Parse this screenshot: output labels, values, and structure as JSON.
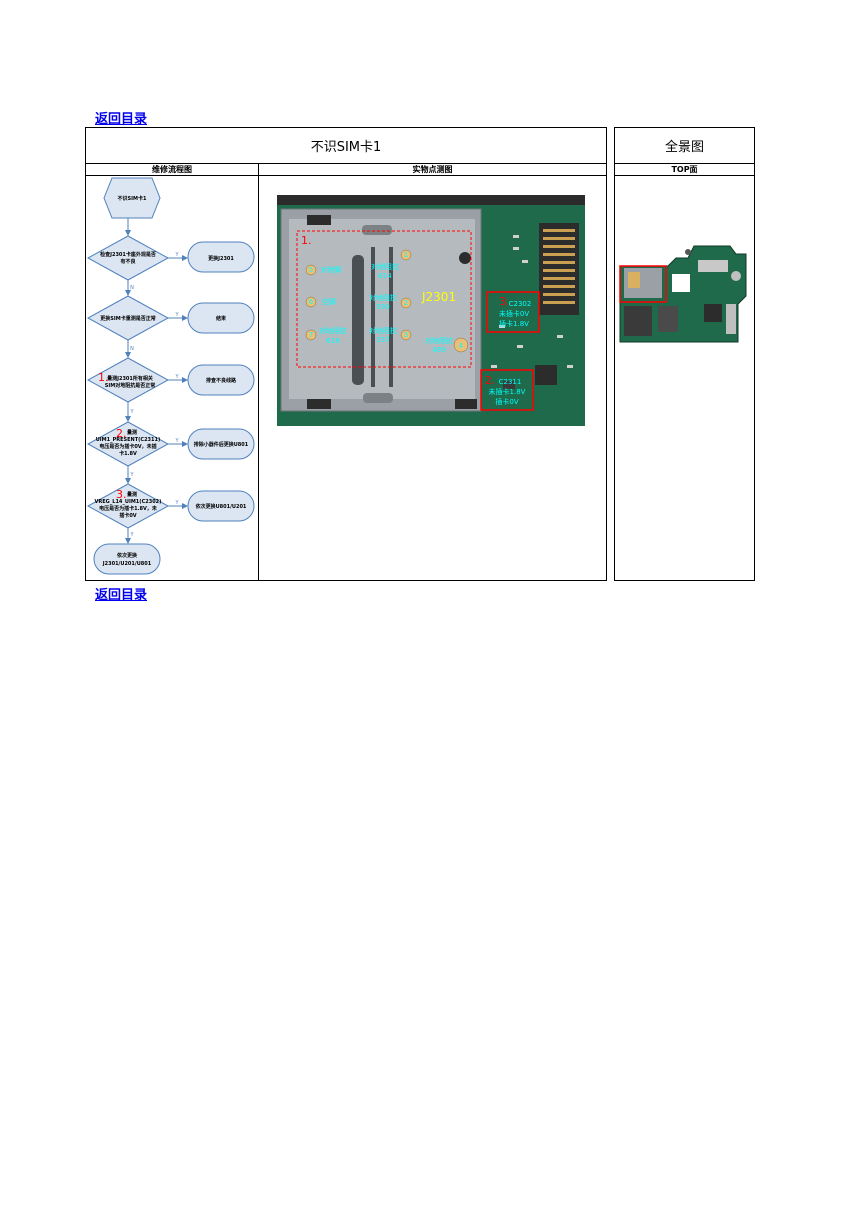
{
  "nav": {
    "back_top": "返回目录",
    "back_bottom": "返回目录"
  },
  "main_panel": {
    "title": "不识SIM卡1",
    "col_flow": "维修流程图",
    "col_photo": "实物点测图"
  },
  "side_panel": {
    "title": "全景图",
    "sub": "TOP面"
  },
  "flow": {
    "start": "不识SIM卡1",
    "d1": [
      "检查J2301卡座外观是否",
      "有不良"
    ],
    "r1": "更换J2301",
    "d2": "更换SIM卡重测是否正常",
    "r2": "结束",
    "d3_num": "1.",
    "d3": [
      "量测J2301所有相关",
      "SIM对地阻抗是否正常"
    ],
    "r3": "排查不良线路",
    "d4_num": "2.",
    "d4": [
      "量测",
      "UIM1_PRESENT(C2311)",
      "电压是否为插卡0V，未插",
      "卡1.8V"
    ],
    "r4": "排除小器件后更换U801",
    "d5_num": "3.",
    "d5": [
      "量测",
      "VREG_L14_UIM1(C2302)",
      "电压是否为插卡1.8V，未",
      "插卡0V"
    ],
    "r5": "依次更换U801/U201",
    "end": [
      "依次更换",
      "J2301/U201/U801"
    ],
    "yes": "Y",
    "no": "N"
  },
  "photo": {
    "box1_num": "1.",
    "j2301": "J2301",
    "pins": [
      {
        "num": "5",
        "label": "对地脚"
      },
      {
        "num": "6",
        "label": "空脚"
      },
      {
        "num": "7",
        "label": "对地阻抗",
        "value": "616"
      },
      {
        "num": "1",
        "label": "对地阻抗",
        "value": "614"
      },
      {
        "num": "2",
        "label": "对地阻抗",
        "value": "590"
      },
      {
        "num": "3",
        "label": "对地阻抗",
        "value": "537"
      },
      {
        "num": "4",
        "label": "对地阻抗",
        "value": "489"
      }
    ],
    "c2302": {
      "num": "3.",
      "lines": [
        "C2302",
        "未插卡0V",
        "插卡1.8V"
      ]
    },
    "c2311": {
      "num": "2.",
      "lines": [
        "C2311",
        "未插卡1.8V",
        "插卡0V"
      ]
    }
  },
  "colors": {
    "flow_fill": "#dce6f2",
    "flow_stroke": "#4f81bd",
    "annotation_red": "#ff0000",
    "annotation_cyan": "#00ffff",
    "annotation_yellow": "#ffff00",
    "pcb_green": "#1e6a4a"
  }
}
